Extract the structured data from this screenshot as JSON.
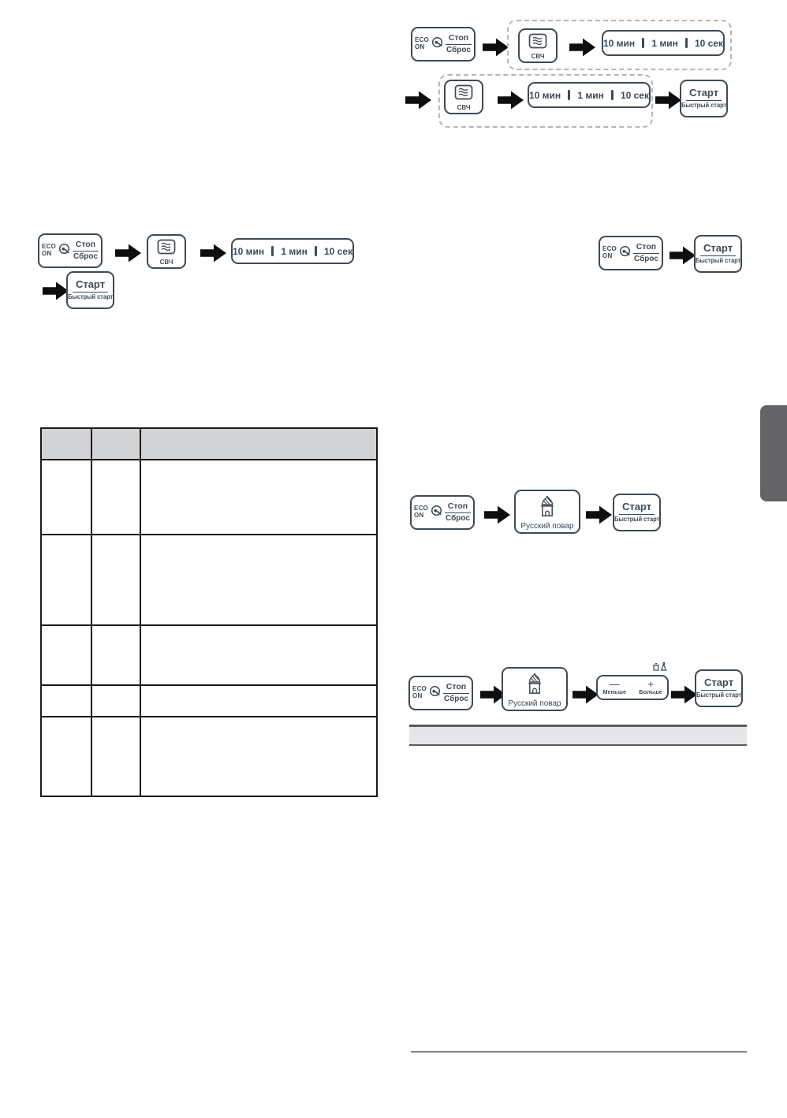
{
  "page": {
    "background": "#ffffff",
    "accent_color": "#3e4a54",
    "arrow_color": "#0e0e0e",
    "dashed_border_color": "#b4b6b8",
    "table_border_color": "#1a1a1a",
    "table_header_fill": "#d2d3d5",
    "gray_bar_fill": "#e6e6e9",
    "gray_bar_border": "#58595b",
    "side_tab_color": "#646467",
    "rule_color": "#7f8184"
  },
  "buttons": {
    "eco_stop_reset": {
      "eco_top": "ECO",
      "eco_bottom": "ON",
      "stop": "Стоп",
      "reset": "Сброс"
    },
    "microwave": {
      "label": "СВЧ"
    },
    "time_keys": {
      "k10min": "10 мин",
      "k1min": "1 мин",
      "k10sec": "10 сек"
    },
    "start": {
      "start": "Старт",
      "quick_start": "Быстрый старт"
    },
    "russian_chef": {
      "label": "Русский повар"
    },
    "portion": {
      "minus": "—",
      "plus": "+",
      "less": "Меньше",
      "more": "Больше"
    }
  },
  "icons": {
    "eco_power_icon": "circled power glyph inside ECO key",
    "microwave_waves_icon": "≋ waves in rounded square",
    "russian_chef_house_icon": "izba house with hatched onion dome",
    "portion_size_icons": "two tiny portion-weight glyphs above +"
  },
  "table": {
    "columns": 3,
    "data_rows": 5,
    "header_cells": [
      "",
      "",
      ""
    ],
    "cells_empty": true
  }
}
